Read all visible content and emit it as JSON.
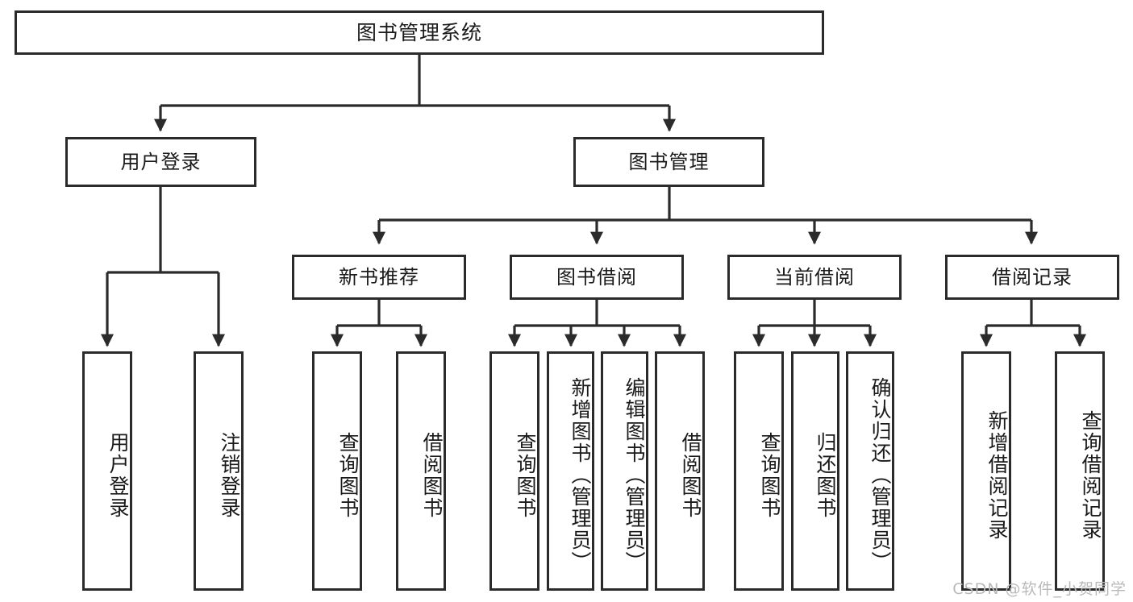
{
  "diagram": {
    "title": "图书管理系统",
    "type": "tree",
    "watermark": "CSDN @软件_小贺同学",
    "colors": {
      "box_border": "#2b2b2b",
      "box_fill": "#ffffff",
      "connector": "#2b2b2b",
      "text": "#1a1a1a",
      "watermark": "#b9b9b9",
      "background": "#ffffff"
    },
    "levels": {
      "root": {
        "label": "图书管理系统"
      },
      "level2": [
        {
          "label": "用户登录"
        },
        {
          "label": "图书管理"
        }
      ],
      "level3": [
        {
          "label": "新书推荐"
        },
        {
          "label": "图书借阅"
        },
        {
          "label": "当前借阅"
        },
        {
          "label": "借阅记录"
        }
      ],
      "leaves": {
        "user_login": [
          {
            "label": "用户登录"
          },
          {
            "label": "注销登录"
          }
        ],
        "new_book": [
          {
            "label": "查询图书"
          },
          {
            "label": "借阅图书"
          }
        ],
        "book_borrow": [
          {
            "label": "查询图书"
          },
          {
            "label": "新增图书（管理员）"
          },
          {
            "label": "编辑图书（管理员）"
          },
          {
            "label": "借阅图书"
          }
        ],
        "current_borrow": [
          {
            "label": "查询图书"
          },
          {
            "label": "归还图书"
          },
          {
            "label": "确认归还（管理员）"
          }
        ],
        "borrow_record": [
          {
            "label": "新增借阅记录"
          },
          {
            "label": "查询借阅记录"
          }
        ]
      }
    }
  }
}
